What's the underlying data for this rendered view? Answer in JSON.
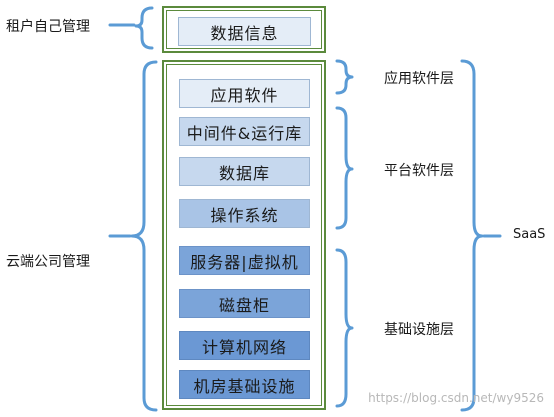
{
  "tenant_label": "租户自己管理",
  "cloud_label": "云端公司管理",
  "tenant_box": "数据信息",
  "layers": [
    "应用软件",
    "中间件&运行库",
    "数据库",
    "操作系统",
    "服务器|虚拟机",
    "磁盘柜",
    "计算机网络",
    "机房基础设施"
  ],
  "groups": {
    "app": "应用软件层",
    "platform": "平台软件层",
    "infra": "基础设施层"
  },
  "saas_label": "SaaS",
  "watermark": "https://blog.csdn.net/wy9526",
  "colors": {
    "bracket": "#5b9bd5",
    "frame": "#5b8a3c"
  }
}
